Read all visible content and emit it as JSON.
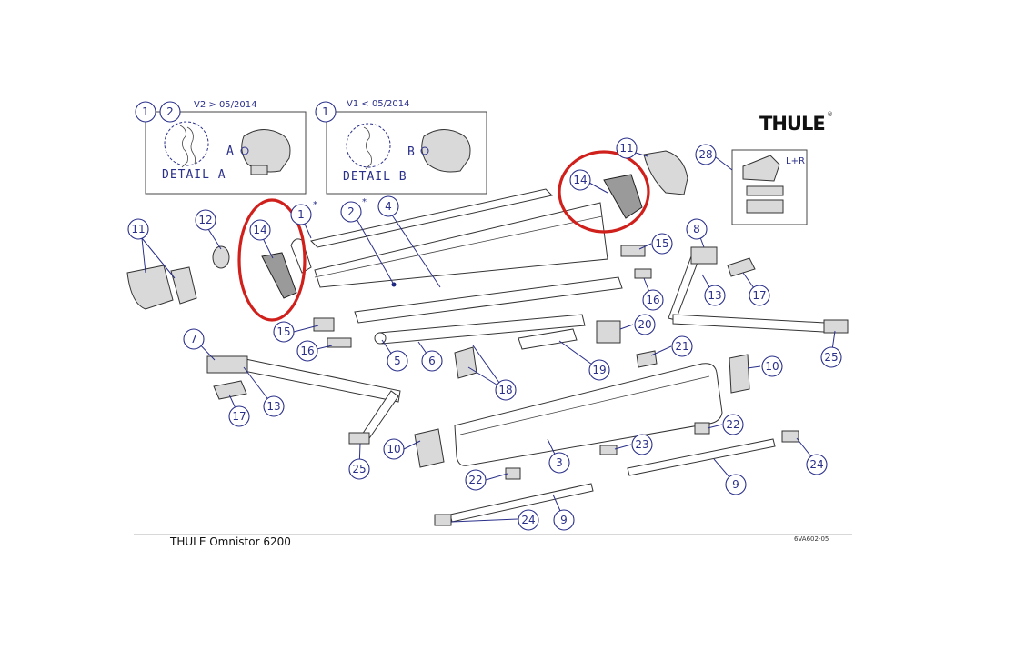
{
  "brand": {
    "logo_text": "THULE",
    "registered": "®"
  },
  "caption": {
    "model": "THULE Omnistor 6200",
    "code": "6VA602-05"
  },
  "detail_a": {
    "title": "DETAIL A",
    "version": "V2 > 05/2014",
    "badge_1": "1",
    "badge_2": "2",
    "letter": "A"
  },
  "detail_b": {
    "title": "DETAIL B",
    "version": "V1 < 05/2014",
    "badge_1": "1",
    "letter": "B"
  },
  "detail_28": {
    "number": "28",
    "note": "L+R"
  },
  "callouts": {
    "c1": "1",
    "c2": "2",
    "c3": "3",
    "c4": "4",
    "c5": "5",
    "c6": "6",
    "c7": "7",
    "c8": "8",
    "c9": "9",
    "c10": "10",
    "c11": "11",
    "c12": "12",
    "c13": "13",
    "c14": "14",
    "c15": "15",
    "c16": "16",
    "c17": "17",
    "c18": "18",
    "c19": "19",
    "c20": "20",
    "c21": "21",
    "c22": "22",
    "c23": "23",
    "c24": "24",
    "c25": "25"
  },
  "marks": {
    "asterisk": "*"
  },
  "highlight_color": "#d0201c",
  "callout_color": "#2a2f8a"
}
